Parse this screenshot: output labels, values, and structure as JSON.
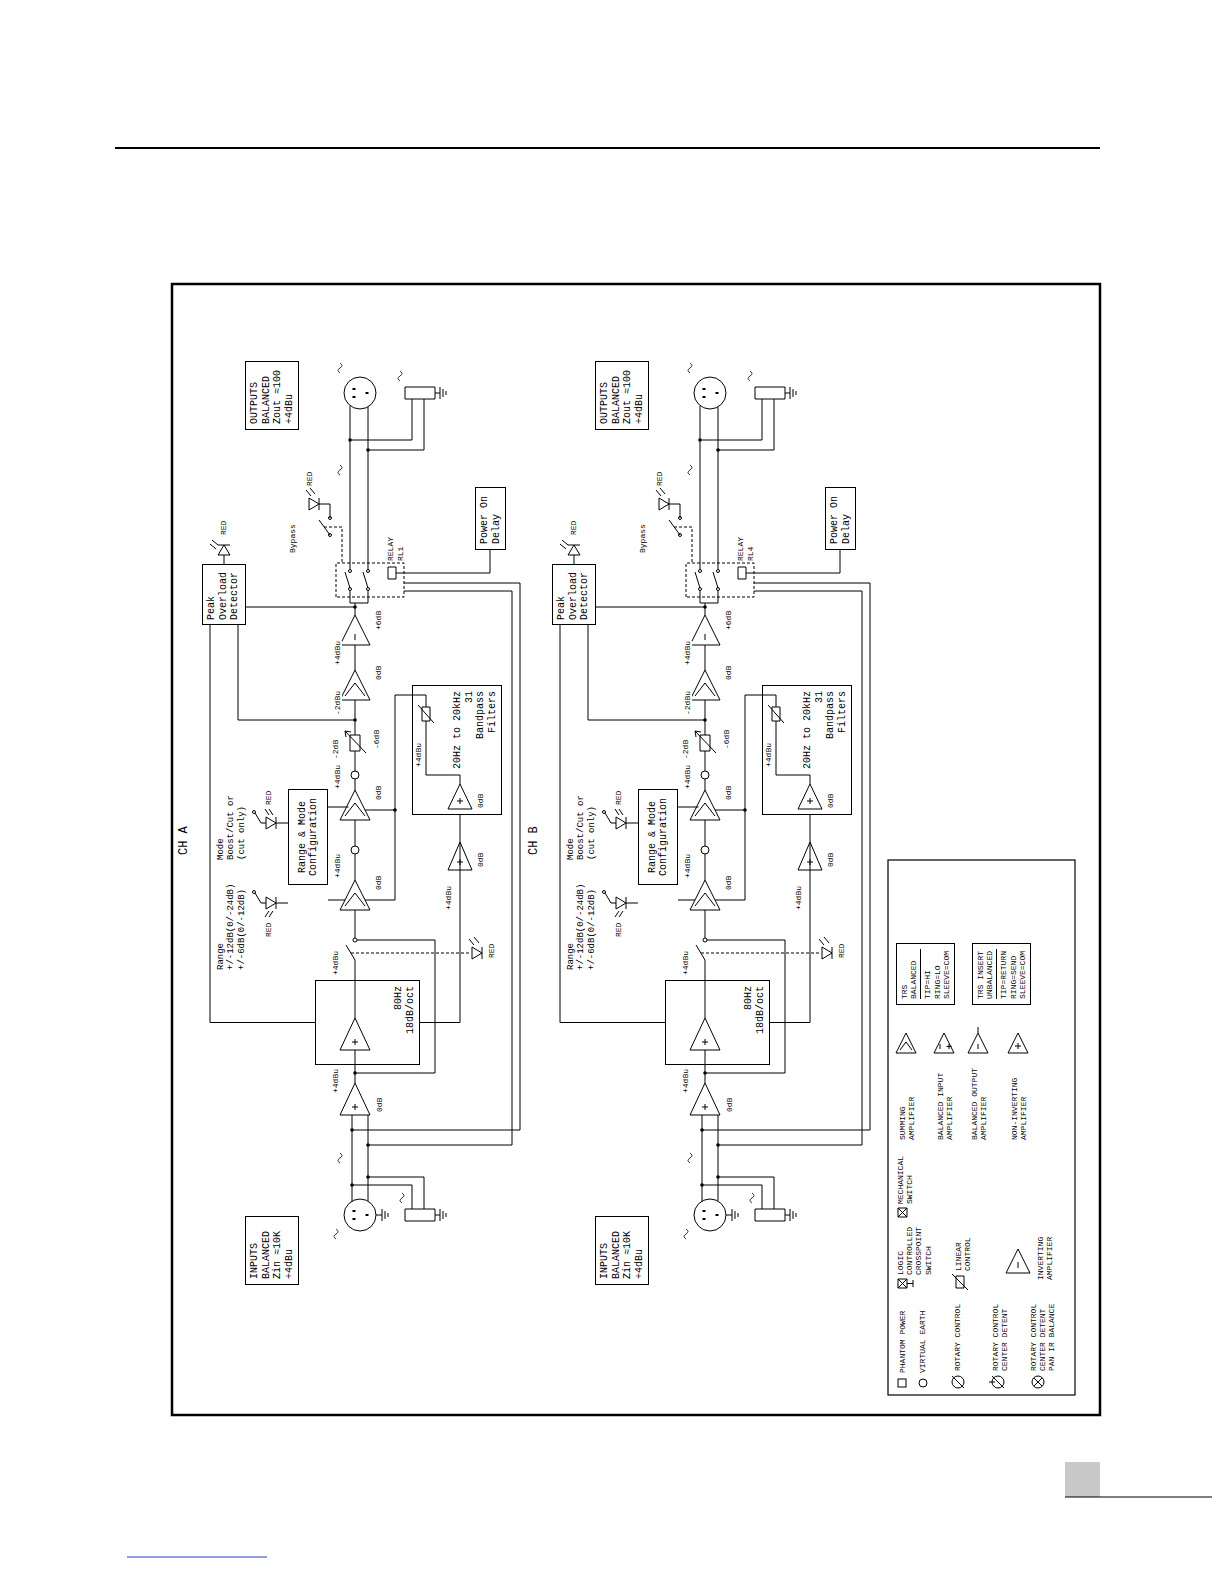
{
  "diagram": {
    "nodes": [
      {
        "text": [
          "INPUTS",
          "BALANCED Zin ≈10K +4dBu"
        ]
      },
      {
        "text": [
          "80Hz",
          "18dB/oct"
        ]
      },
      {
        "text": [
          "Range & Mode Configuration"
        ]
      },
      {
        "text": [
          "20Hz to 20kHz",
          "31 Bandpass Filters"
        ]
      },
      {
        "text": [
          "Peak Overload Detector"
        ]
      },
      {
        "text": [
          "Power On Delay"
        ]
      },
      {
        "text": [
          "OUTPUTS",
          "BALANCED Zout ≈100 +4dBu"
        ]
      },
      {
        "text": [
          "INPUTS",
          "BALANCED Zin ≈10K +4dBu"
        ]
      },
      {
        "text": [
          "80Hz",
          "18dB/oct"
        ]
      },
      {
        "text": [
          "Range & Mode Configuration"
        ]
      },
      {
        "text": [
          "20Hz to 20kHz",
          "31 Bandpass Filters"
        ]
      },
      {
        "text": [
          "Peak Overload Detector"
        ]
      },
      {
        "text": [
          "Power On Delay"
        ]
      },
      {
        "text": [
          "OUTPUTS",
          "BALANCED Zout ≈100 +4dBu"
        ]
      },
      {
        "text": [
          "TRS BALANCED",
          "TIP=HI RING=LO SLEEVE=COM"
        ]
      },
      {
        "text": [
          "TRS INSERT UNBALANCED",
          "TIP=RETURN RING=SEND SLEEVE=COM"
        ]
      }
    ],
    "edges": [
      {
        "from": 1,
        "to": 4,
        "arrow": "none"
      },
      {
        "from": 1,
        "to": 3,
        "arrow": "none"
      },
      {
        "from": 8,
        "to": 11,
        "arrow": "none"
      },
      {
        "from": 8,
        "to": 10,
        "arrow": "none"
      }
    ],
    "labels": [
      "CH A",
      "+4dBu",
      "0dB",
      "+4dBu",
      "RED",
      "Range +/-12dB(0/-24dB) +/-6dB(0/-12dB)",
      "RED",
      "Mode Boost/Cut or (cut only)",
      "RED",
      "+4dBu",
      "0dB",
      "+4dBu",
      "0dB",
      "+4dBu",
      "0dB",
      "+4dBu",
      "0dB",
      "-2dB",
      "-6dB",
      "-2dBu",
      "0dB",
      "+4dBu",
      "+6dB",
      "RED",
      "Bypass",
      "RED",
      "RELAY",
      "RL1",
      "CH B",
      "+4dBu",
      "0dB",
      "+4dBu",
      "RED",
      "Range +/-12dB(0/-24dB) +/-6dB(0/-12dB)",
      "RED",
      "Mode Boost/Cut or (cut only)",
      "RED",
      "+4dBu",
      "0dB",
      "+4dBu",
      "0dB",
      "+4dBu",
      "0dB",
      "+4dBu",
      "0dB",
      "-2dB",
      "-6dB",
      "-2dBu",
      "0dB",
      "+4dBu",
      "+6dB",
      "RED",
      "Bypass",
      "RED",
      "RELAY",
      "RL4"
    ],
    "legend": [
      {
        "text": "PHANTOM POWER"
      },
      {
        "text": "VIRTUAL EARTH"
      },
      {
        "text": "ROTARY CONTROL"
      },
      {
        "text": "ROTARY CONTROL CENTER DETENT"
      },
      {
        "text": "ROTARY CONTROL CENTER DETENT PAN IR BALANCE"
      },
      {
        "text": "LOGIC CONTROLLED CROSSPOINT SWITCH"
      },
      {
        "text": "MECHANICAL SWITCH"
      },
      {
        "text": "LINEAR CONTROL"
      },
      {
        "text": "INVERTING AMPLIFIER"
      },
      {
        "text": "SUMMING AMPLIFIER"
      },
      {
        "text": "BALANCED INPUT AMPLIFIER"
      },
      {
        "text": "BALANCED OUTPUT AMPLIFIER"
      },
      {
        "text": "NON-INVERTING AMPLIFIER"
      }
    ]
  }
}
